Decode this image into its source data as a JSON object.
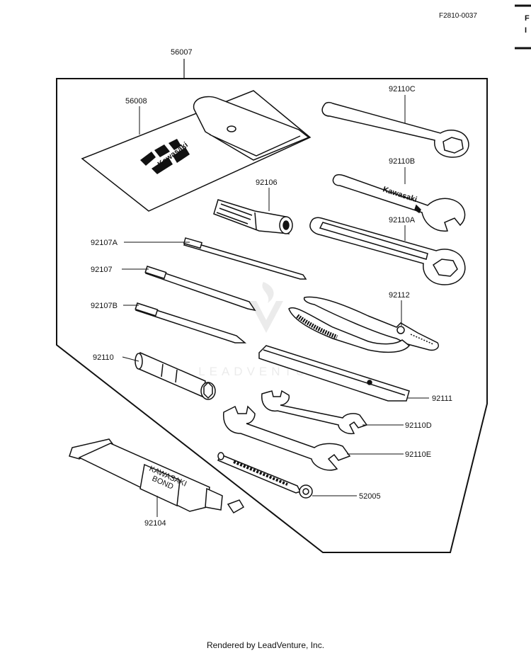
{
  "diagram_ref": "F2810-0037",
  "edge_tab": [
    "F",
    "I"
  ],
  "watermark": "LEADVENTURE",
  "logo_text": "Kawasaki",
  "tube_text": [
    "KAWASAKI",
    "BOND"
  ],
  "wrench_text": "Kawasaki",
  "parts": [
    {
      "id": "kit",
      "number": "56007"
    },
    {
      "id": "tool-bag",
      "number": "56008"
    },
    {
      "id": "box-wrench-c",
      "number": "92110C"
    },
    {
      "id": "wrench-b",
      "number": "92110B"
    },
    {
      "id": "handle",
      "number": "92106"
    },
    {
      "id": "ring-wrench-a",
      "number": "92110A"
    },
    {
      "id": "screwdriver-a",
      "number": "92107A"
    },
    {
      "id": "screwdriver",
      "number": "92107"
    },
    {
      "id": "screwdriver-b",
      "number": "92107B"
    },
    {
      "id": "pliers",
      "number": "92112"
    },
    {
      "id": "spark-plug-wrench",
      "number": "92110"
    },
    {
      "id": "bar",
      "number": "92111"
    },
    {
      "id": "wrench-d",
      "number": "92110D"
    },
    {
      "id": "wrench-e",
      "number": "92110E"
    },
    {
      "id": "cable",
      "number": "52005"
    },
    {
      "id": "bond-tube",
      "number": "92104"
    }
  ],
  "footer": "Rendered by LeadVenture, Inc."
}
